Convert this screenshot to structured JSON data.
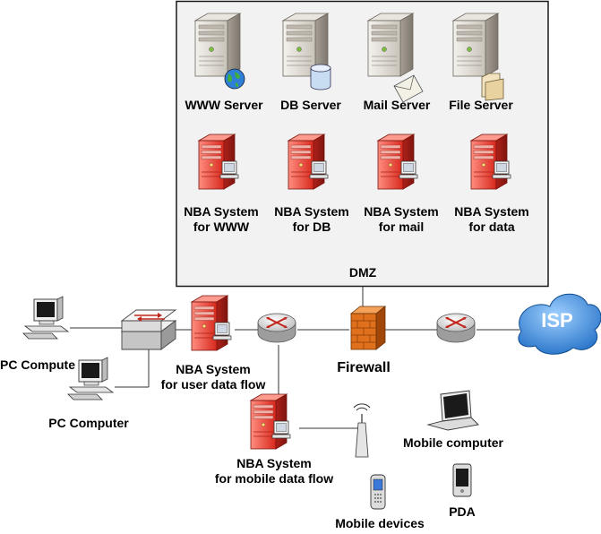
{
  "dmz": {
    "label": "DMZ",
    "servers": [
      {
        "label": "WWW Server",
        "icon": "globe-icon"
      },
      {
        "label": "DB Server",
        "icon": "database-icon"
      },
      {
        "label": "Mail Server",
        "icon": "envelope-icon"
      },
      {
        "label": "File Server",
        "icon": "folder-icon"
      }
    ],
    "nba_systems": [
      {
        "line1": "NBA System",
        "line2": "for WWW"
      },
      {
        "line1": "NBA System",
        "line2": "for DB"
      },
      {
        "line1": "NBA System",
        "line2": "for mail"
      },
      {
        "line1": "NBA System",
        "line2": "for data"
      }
    ]
  },
  "network": {
    "pc1_label": "PC Compute",
    "pc2_label": "PC Computer",
    "nba_user": {
      "line1": "NBA System",
      "line2": "for user data flow"
    },
    "nba_mobile": {
      "line1": "NBA System",
      "line2": "for mobile data flow"
    },
    "firewall_label": "Firewall",
    "isp_label": "ISP",
    "mobile_computer_label": "Mobile computer",
    "mobile_devices_label": "Mobile devices",
    "pda_label": "PDA"
  },
  "colors": {
    "server_gray": "#d8d4cc",
    "nba_red": "#e8372a",
    "dmz_fill": "#f2f2f2",
    "cloud_blue": "#2a7fd6",
    "firewall_orange": "#e0701c"
  }
}
